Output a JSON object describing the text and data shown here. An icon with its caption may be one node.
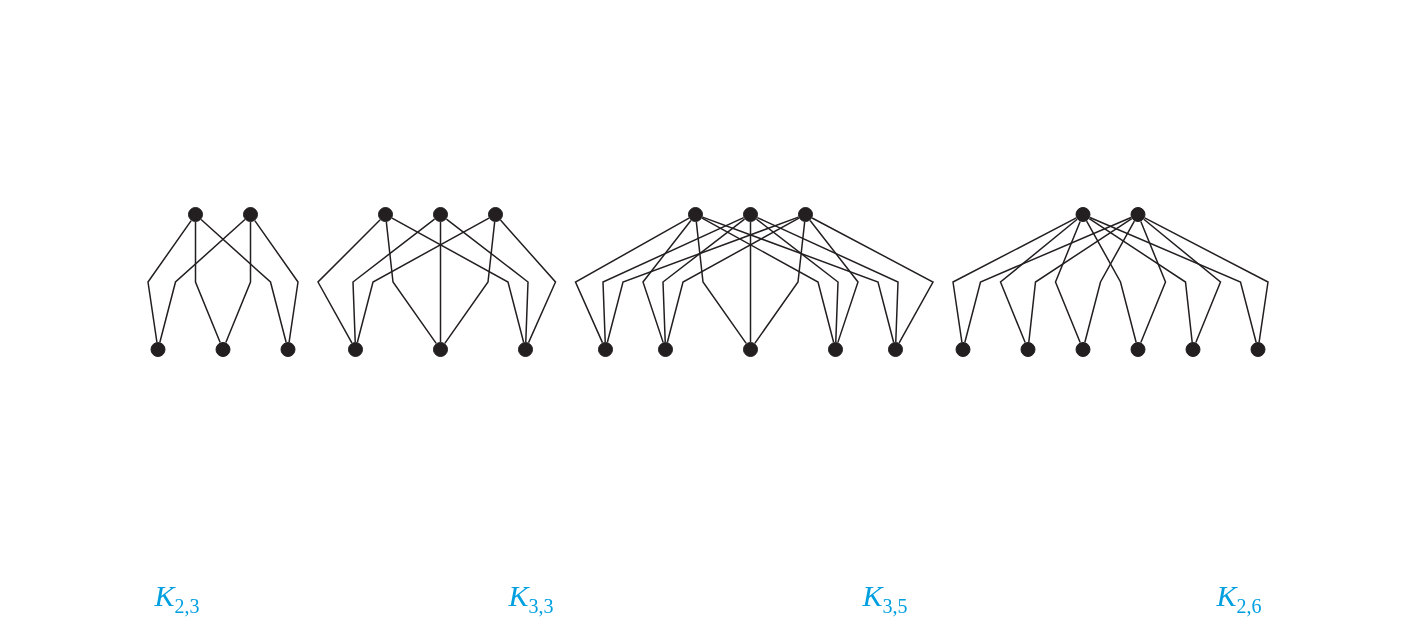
{
  "diagram": {
    "nodes": [
      {
        "text": [],
        "shape": "circle"
      },
      {
        "text": [],
        "shape": "circle"
      },
      {
        "text": [],
        "shape": "circle"
      },
      {
        "text": [],
        "shape": "circle"
      },
      {
        "text": [],
        "shape": "circle"
      },
      {
        "text": [],
        "shape": "circle"
      },
      {
        "text": [],
        "shape": "circle"
      },
      {
        "text": [],
        "shape": "circle"
      },
      {
        "text": [],
        "shape": "circle"
      },
      {
        "text": [],
        "shape": "circle"
      },
      {
        "text": [],
        "shape": "circle"
      },
      {
        "text": [],
        "shape": "circle"
      },
      {
        "text": [],
        "shape": "circle"
      },
      {
        "text": [],
        "shape": "circle"
      },
      {
        "text": [],
        "shape": "circle"
      },
      {
        "text": [],
        "shape": "circle"
      },
      {
        "text": [],
        "shape": "circle"
      },
      {
        "text": [],
        "shape": "circle"
      },
      {
        "text": [],
        "shape": "circle"
      },
      {
        "text": [],
        "shape": "circle"
      },
      {
        "text": [],
        "shape": "circle"
      },
      {
        "text": [],
        "shape": "circle"
      },
      {
        "text": [],
        "shape": "circle"
      },
      {
        "text": [],
        "shape": "circle"
      },
      {
        "text": [],
        "shape": "circle"
      },
      {
        "text": [],
        "shape": "circle"
      },
      {
        "text": [],
        "shape": "circle"
      }
    ],
    "edges": [
      {
        "from": 0,
        "to": 2,
        "arrow": "none"
      },
      {
        "from": 0,
        "to": 3,
        "arrow": "none"
      },
      {
        "from": 0,
        "to": 4,
        "arrow": "none"
      },
      {
        "from": 1,
        "to": 2,
        "arrow": "none"
      },
      {
        "from": 1,
        "to": 3,
        "arrow": "none"
      },
      {
        "from": 1,
        "to": 4,
        "arrow": "none"
      },
      {
        "from": 5,
        "to": 8,
        "arrow": "none"
      },
      {
        "from": 5,
        "to": 9,
        "arrow": "none"
      },
      {
        "from": 5,
        "to": 10,
        "arrow": "none"
      },
      {
        "from": 6,
        "to": 8,
        "arrow": "none"
      },
      {
        "from": 6,
        "to": 9,
        "arrow": "none"
      },
      {
        "from": 6,
        "to": 10,
        "arrow": "none"
      },
      {
        "from": 7,
        "to": 8,
        "arrow": "none"
      },
      {
        "from": 7,
        "to": 9,
        "arrow": "none"
      },
      {
        "from": 7,
        "to": 10,
        "arrow": "none"
      },
      {
        "from": 11,
        "to": 14,
        "arrow": "none"
      },
      {
        "from": 11,
        "to": 15,
        "arrow": "none"
      },
      {
        "from": 11,
        "to": 16,
        "arrow": "none"
      },
      {
        "from": 11,
        "to": 17,
        "arrow": "none"
      },
      {
        "from": 11,
        "to": 18,
        "arrow": "none"
      },
      {
        "from": 12,
        "to": 14,
        "arrow": "none"
      },
      {
        "from": 12,
        "to": 15,
        "arrow": "none"
      },
      {
        "from": 12,
        "to": 16,
        "arrow": "none"
      },
      {
        "from": 12,
        "to": 17,
        "arrow": "none"
      },
      {
        "from": 12,
        "to": 18,
        "arrow": "none"
      },
      {
        "from": 13,
        "to": 14,
        "arrow": "none"
      },
      {
        "from": 13,
        "to": 15,
        "arrow": "none"
      },
      {
        "from": 13,
        "to": 16,
        "arrow": "none"
      },
      {
        "from": 13,
        "to": 17,
        "arrow": "none"
      },
      {
        "from": 13,
        "to": 18,
        "arrow": "none"
      },
      {
        "from": 19,
        "to": 21,
        "arrow": "none"
      },
      {
        "from": 19,
        "to": 22,
        "arrow": "none"
      },
      {
        "from": 19,
        "to": 23,
        "arrow": "none"
      },
      {
        "from": 19,
        "to": 24,
        "arrow": "none"
      },
      {
        "from": 19,
        "to": 25,
        "arrow": "none"
      },
      {
        "from": 19,
        "to": 26,
        "arrow": "none"
      },
      {
        "from": 20,
        "to": 21,
        "arrow": "none"
      },
      {
        "from": 20,
        "to": 22,
        "arrow": "none"
      },
      {
        "from": 20,
        "to": 23,
        "arrow": "none"
      },
      {
        "from": 20,
        "to": 24,
        "arrow": "none"
      },
      {
        "from": 20,
        "to": 25,
        "arrow": "none"
      },
      {
        "from": 20,
        "to": 26,
        "arrow": "none"
      }
    ],
    "labels": [
      "K$_{2,3}$",
      "K$_{3,3}$",
      "K$_{3,5}$",
      "K$_{2,6}$"
    ]
  }
}
